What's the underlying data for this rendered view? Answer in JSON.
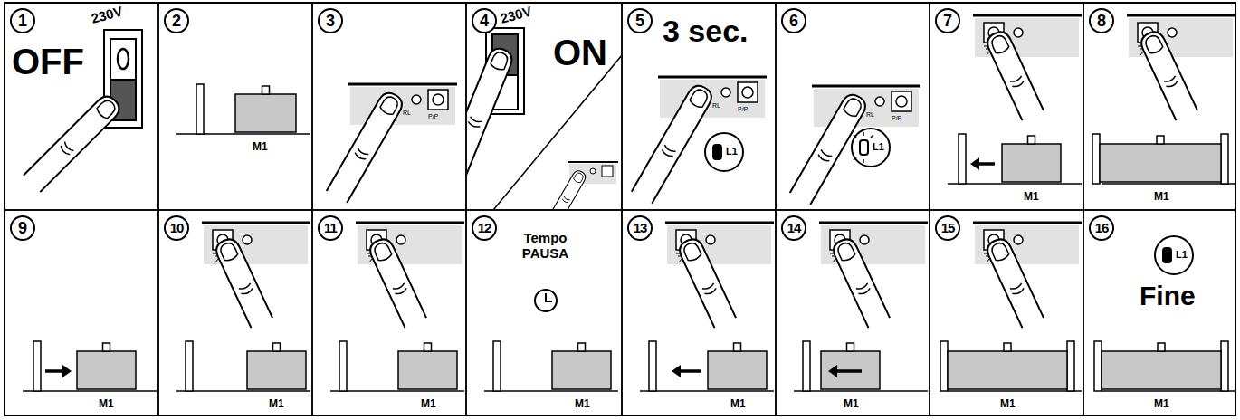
{
  "diagram": {
    "nodes": [
      {
        "text": [
          "1",
          "OFF",
          "230V"
        ]
      },
      {
        "text": [
          "2",
          "M1"
        ]
      },
      {
        "text": [
          "3",
          "RL",
          "P/P"
        ]
      },
      {
        "text": [
          "4",
          "230V",
          "ON"
        ]
      },
      {
        "text": [
          "5",
          "3 sec.",
          "RL",
          "P/P",
          "L1"
        ]
      },
      {
        "text": [
          "6",
          "RL",
          "P/P",
          "L1"
        ]
      },
      {
        "text": [
          "7",
          "M1"
        ]
      },
      {
        "text": [
          "8",
          "M1"
        ]
      },
      {
        "text": [
          "9",
          "M1"
        ]
      },
      {
        "text": [
          "10",
          "M1"
        ]
      },
      {
        "text": [
          "11",
          "M1"
        ]
      },
      {
        "text": [
          "12",
          "Tempo PAUSA",
          "M1"
        ]
      },
      {
        "text": [
          "13",
          "M1"
        ]
      },
      {
        "text": [
          "14",
          "M1"
        ]
      },
      {
        "text": [
          "15",
          "M1"
        ]
      },
      {
        "text": [
          "16",
          "L1",
          "Fine",
          "M1"
        ]
      }
    ]
  }
}
